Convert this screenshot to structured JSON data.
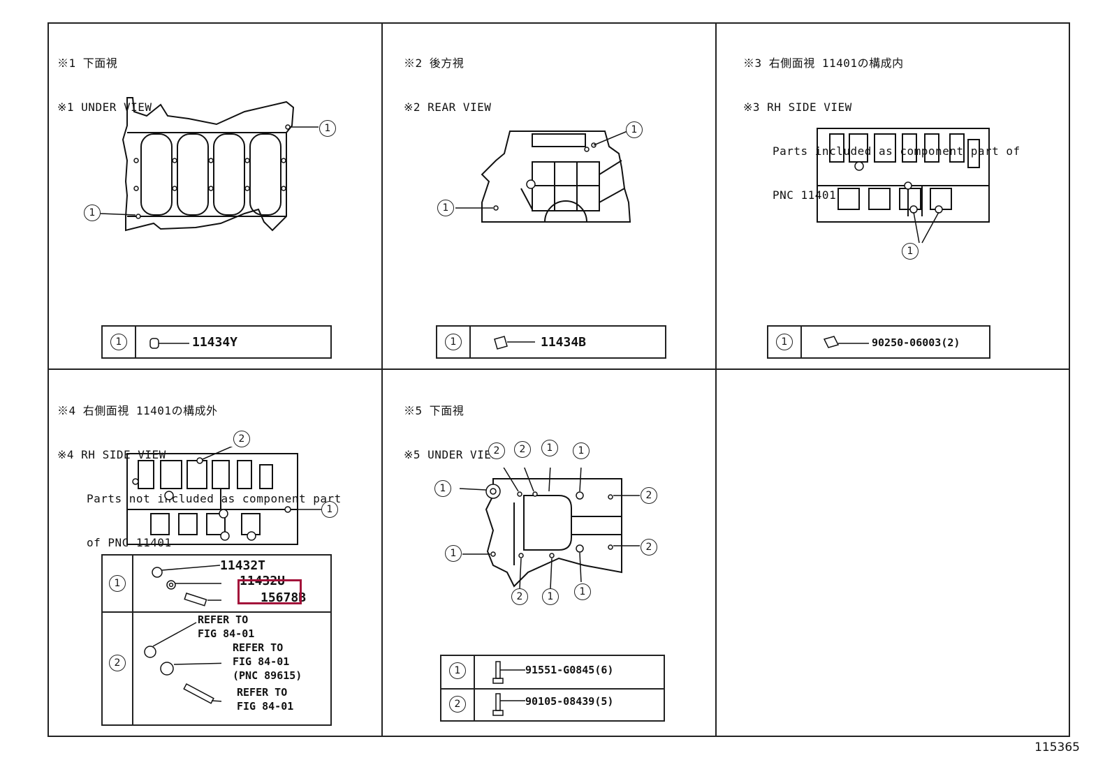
{
  "panels": {
    "p1": {
      "jp": "※1 下面視",
      "en": "※1 UNDER VIEW",
      "callouts": [
        "1",
        "1"
      ],
      "parts": [
        {
          "no": "1",
          "part": "11434Y"
        }
      ]
    },
    "p2": {
      "jp": "※2 後方視",
      "en": "※2 REAR VIEW",
      "callouts": [
        "1",
        "1"
      ],
      "parts": [
        {
          "no": "1",
          "part": "11434B"
        }
      ]
    },
    "p3": {
      "jp": "※3 右側面視 11401の構成内",
      "en": "※3 RH SIDE VIEW",
      "note1": "Parts included as component part of",
      "note2": "PNC 11401",
      "callouts": [
        "1"
      ],
      "parts": [
        {
          "no": "1",
          "part": "90250-06003(2)"
        }
      ]
    },
    "p4": {
      "jp": "※4 右側面視 11401の構成外",
      "en": "※4 RH SIDE VIEW",
      "note1": "Parts not included as component part",
      "note2": "of PNC 11401",
      "callouts": [
        "2",
        "1"
      ],
      "row1": {
        "no": "1",
        "parts": [
          "11432T",
          "11432U",
          "15678B"
        ]
      },
      "row2": {
        "no": "2",
        "refs": [
          "REFER TO",
          "FIG 84-01",
          "REFER TO",
          "FIG 84-01",
          "(PNC 89615)",
          "REFER TO",
          "FIG 84-01"
        ]
      }
    },
    "p5": {
      "jp": "※5 下面視",
      "en": "※5 UNDER VIEW",
      "callouts": [
        "2",
        "2",
        "1",
        "1",
        "1",
        "2",
        "1",
        "2",
        "2",
        "1",
        "1"
      ],
      "parts": [
        {
          "no": "1",
          "part": "91551-G0845(6)"
        },
        {
          "no": "2",
          "part": "90105-08439(5)"
        }
      ]
    }
  },
  "figure_number": "115365",
  "highlight_color": "#a3123a"
}
